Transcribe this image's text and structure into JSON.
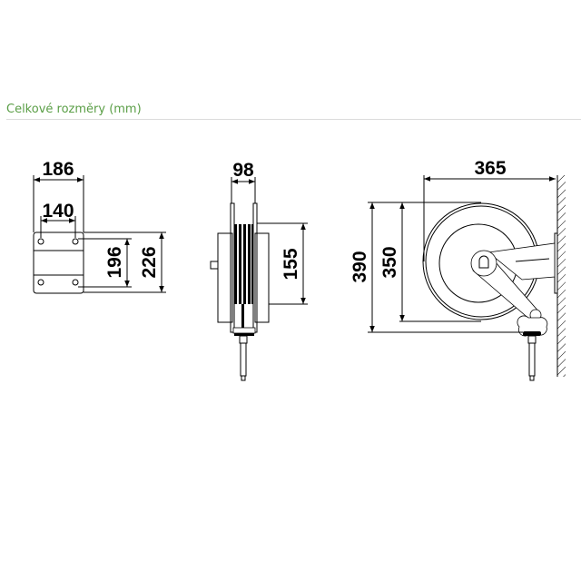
{
  "header": {
    "title": "Celkové rozměry (mm)"
  },
  "views": {
    "front": {
      "width": "186",
      "hole_spacing": "140",
      "hole_height": "196",
      "height": "226"
    },
    "side": {
      "width": "98",
      "drum_height": "155"
    },
    "profile": {
      "depth": "365",
      "total_height": "390",
      "reel_diameter": "350"
    }
  }
}
